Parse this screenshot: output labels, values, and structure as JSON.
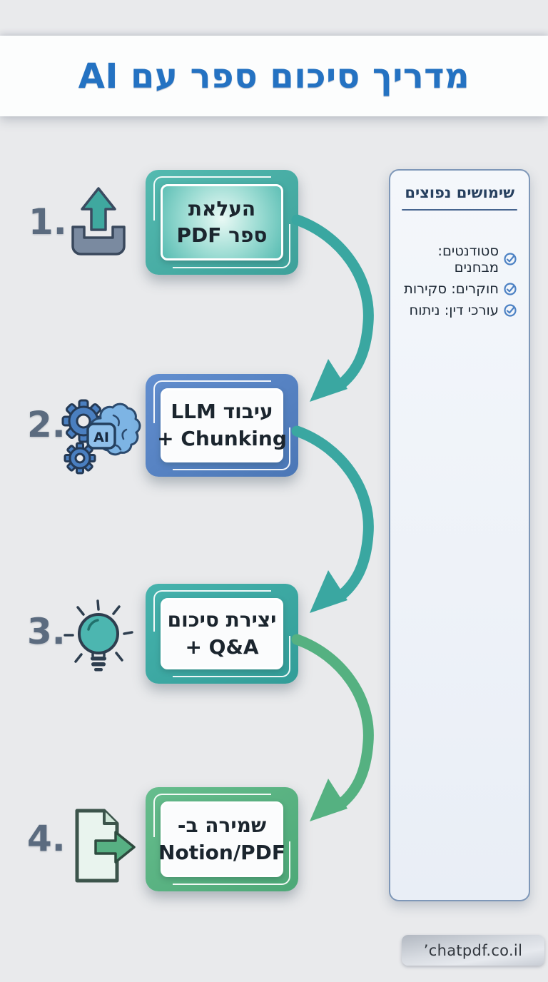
{
  "header": {
    "title": "מדריך סיכום ספר עם AI"
  },
  "steps": [
    {
      "number": "1.",
      "icon": "upload-icon",
      "lines": [
        "העלאת",
        "ספר PDF"
      ]
    },
    {
      "number": "2.",
      "icon": "ai-gear-brain-icon",
      "lines": [
        "עיבוד LLM",
        "+ Chunking"
      ],
      "badge": "AI"
    },
    {
      "number": "3.",
      "icon": "lightbulb-icon",
      "lines": [
        "יצירת סיכום",
        "+ Q&A"
      ]
    },
    {
      "number": "4.",
      "icon": "document-export-icon",
      "lines": [
        "שמירה ב-",
        "Notion/PDF"
      ]
    }
  ],
  "sidebar": {
    "title": "שימושים נפוצים",
    "items": [
      {
        "icon": "check-circle-icon",
        "label": "סטודנטים: מבחנים"
      },
      {
        "icon": "check-circle-icon",
        "label": "חוקרים: סקירות"
      },
      {
        "icon": "check-circle-icon",
        "label": "עורכי דין: ניתוח"
      }
    ]
  },
  "footer": {
    "site": "’chatpdf.co.il"
  },
  "colors": {
    "background": "#e9eaec",
    "title_text": "#2472c2",
    "step_number": "#5b6b7f",
    "step1_box": "#46b2a9",
    "step2_box": "#557fbf",
    "step3_box": "#3cada7",
    "step4_box": "#59b282",
    "arrow_teal": "#3aa7a1",
    "arrow_green": "#55b181",
    "sidebar_border": "#7e97b8",
    "check_icon": "#4d82c4"
  }
}
